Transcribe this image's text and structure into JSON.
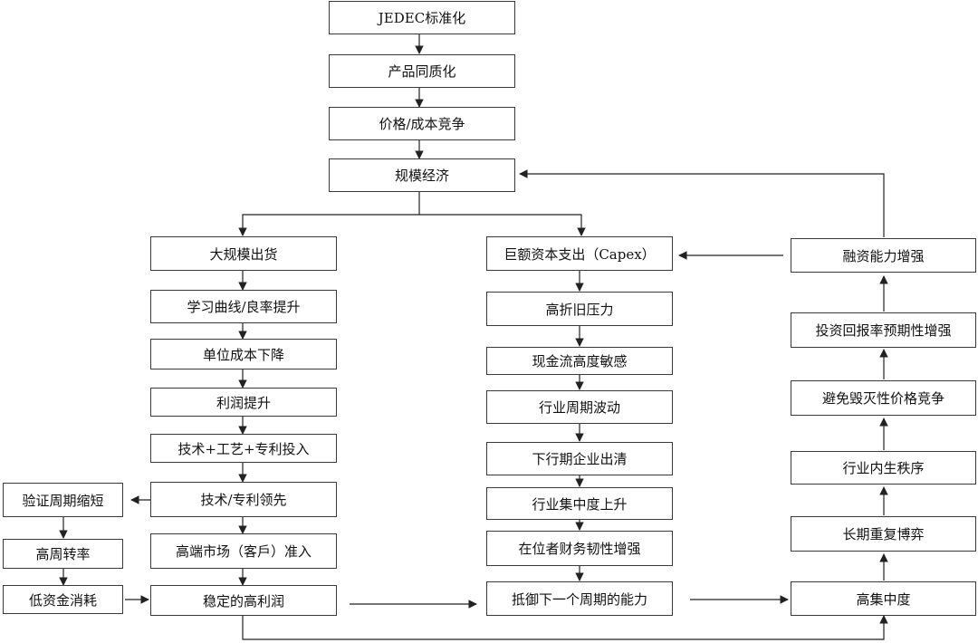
{
  "nodes": {
    "jedec": "JEDEC标准化",
    "homogen": "产品同质化",
    "price_comp": "价格/成本竞争",
    "scale": "规模经济",
    "big_ship": "大规模出货",
    "learning": "学习曲线/良率提升",
    "unit_cost": "单位成本下降",
    "profit_up": "利润提升",
    "tech_invest": "技术+工艺+专利投入",
    "tech_lead": "技术/专利领先",
    "highend": "高端市场（客戶）准入",
    "stable_profit": "稳定的高利润",
    "verify": "验证周期缩短",
    "turnover": "高周转率",
    "low_capital": "低资金消耗",
    "capex": "巨额资本支出（Capex）",
    "depreciation": "高折旧压力",
    "cashflow": "现金流高度敏感",
    "cycle": "行业周期波动",
    "downturn": "下行期企业出清",
    "concentration_up": "行业集中度上升",
    "incumbent": "在位者财务韧性增强",
    "resist": "抵御下一个周期的能力",
    "financing": "融资能力增强",
    "roi": "投资回报率预期性增强",
    "avoid": "避免毁灭性价格竞争",
    "order": "行业内生秩序",
    "game": "长期重复博弈",
    "high_conc": "高集中度"
  }
}
